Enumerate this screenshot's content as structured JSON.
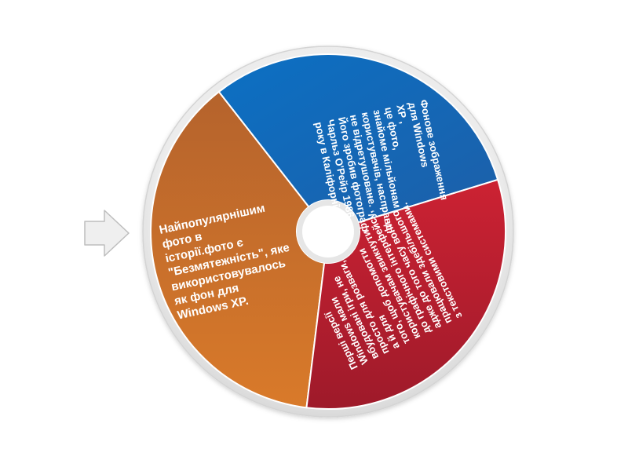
{
  "wheel": {
    "segments": [
      {
        "id": "orange",
        "color_top": "#b5632c",
        "color_bottom": "#d97a2a",
        "lines": [
          "Найпопулярнішим",
          "фото в",
          "історії.фото є",
          "\"Безмятежність\", яке",
          "використовувалось",
          "як фон для",
          "Windows XP."
        ]
      },
      {
        "id": "blue",
        "color_top": "#0b70c4",
        "color_bottom": "#1d5fa8",
        "lines": [
          "Фонове зображення",
          "для Windows",
          "XP ,",
          "це фото,",
          "знайоме мільйонам",
          "користувачів, насправді",
          "не відретушоване.",
          "Його зробив фотограф",
          "Чарльз О'Рейр 1986",
          "року в Каліфорнії."
        ]
      },
      {
        "id": "red",
        "color_top": "#cc2233",
        "color_bottom": "#9e1a2a",
        "lines": [
          "Перші версії",
          "Windows мали",
          "вбудовані ігри, не",
          "просто для розваги,",
          "а й для",
          "того, щоб допомогти",
          "користувачам звикнути",
          "до графічного інтерфейсу,",
          "адже до того часу вони",
          "працювали здебільшого",
          "з текстовими системами."
        ]
      }
    ],
    "colors": {
      "rim": "#ececec",
      "rim_edge": "#d4d4d4",
      "hub": "#ffffff",
      "divider": "#ffffff",
      "pointer_fill": "#eeeeee",
      "pointer_stroke": "#b9b9b9"
    }
  },
  "pointer": {
    "icon": "arrow-right-icon"
  }
}
